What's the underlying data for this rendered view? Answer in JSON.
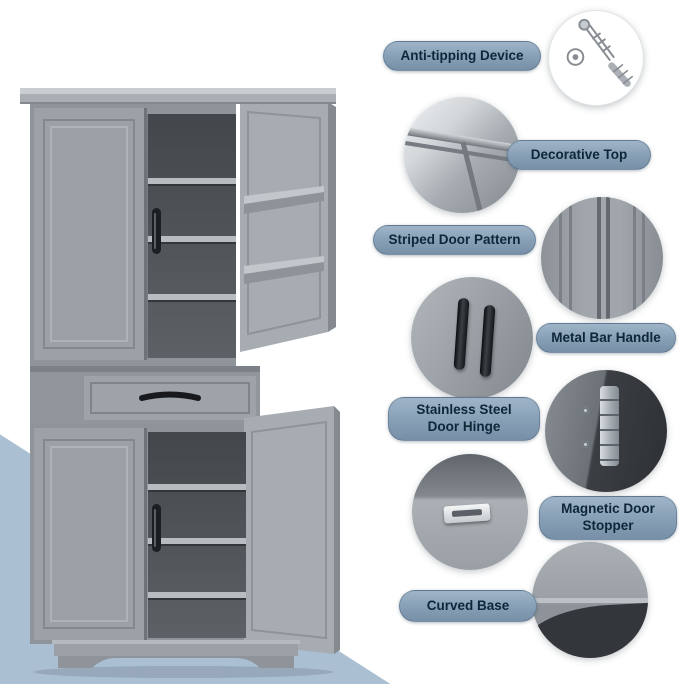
{
  "figure": {
    "type": "product-feature-infographic",
    "subject": "Tall grey freestanding storage cabinet with open doors, adjustable shelves, door racks and a drawer"
  },
  "colors": {
    "cabinet_gray": "#9aa0a6",
    "cabinet_interior_dark": "#4b4f53",
    "label_bg": "#8aa2b8",
    "label_text": "#0e2637",
    "triangle_blue": "#aabfd2",
    "page_bg": "#ffffff"
  },
  "callouts": [
    {
      "id": "anti-tipping-device",
      "label": "Anti-tipping Device"
    },
    {
      "id": "decorative-top",
      "label": "Decorative Top"
    },
    {
      "id": "striped-door-pattern",
      "label": "Striped Door Pattern"
    },
    {
      "id": "metal-bar-handle",
      "label": "Metal Bar Handle"
    },
    {
      "id": "stainless-steel-door-hinge",
      "label": "Stainless Steel Door Hinge"
    },
    {
      "id": "magnetic-door-stopper",
      "label": "Magnetic Door Stopper"
    },
    {
      "id": "curved-base",
      "label": "Curved Base"
    }
  ]
}
